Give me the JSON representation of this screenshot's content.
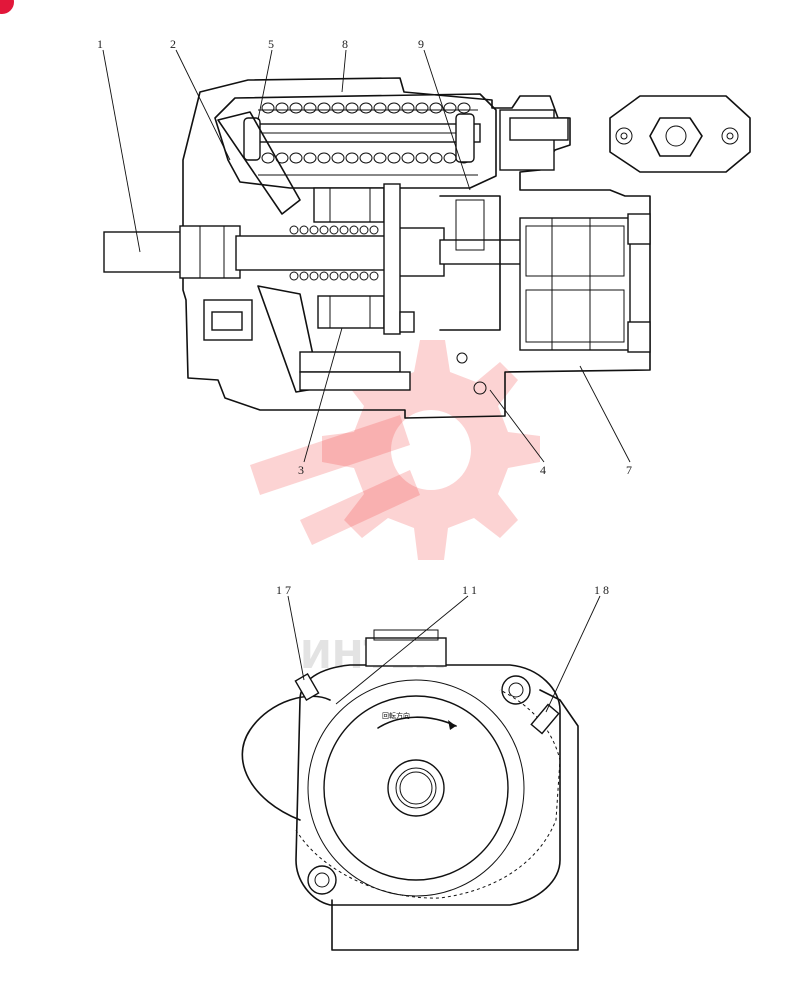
{
  "top_view": {
    "part_labels": [
      "1",
      "2",
      "5",
      "8",
      "9",
      "3",
      "4",
      "7"
    ]
  },
  "front_view": {
    "part_labels": [
      "1 7",
      "1 1",
      "1 8"
    ],
    "rotation_marking": "回転方向"
  },
  "watermark": {
    "text": "ИНТЕХ",
    "color": "#f03838"
  },
  "corner_badge_color": "#e2173a"
}
